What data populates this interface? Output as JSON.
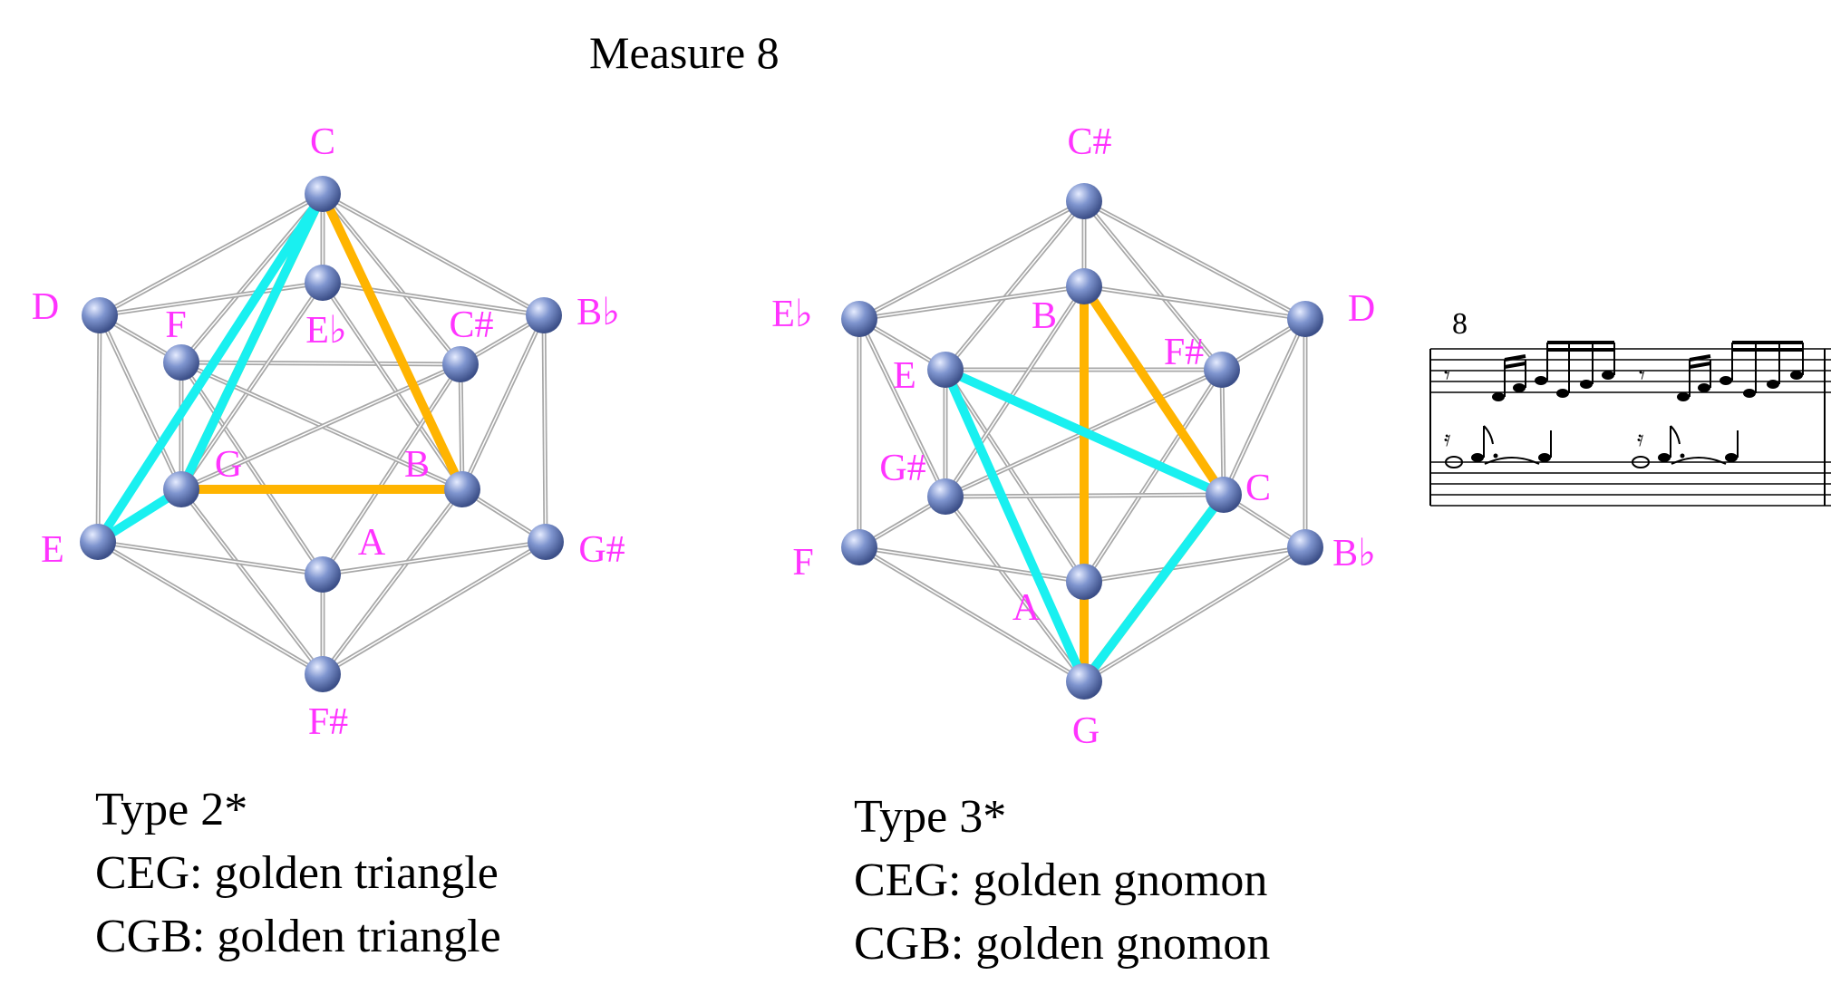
{
  "title": "Measure 8",
  "colors": {
    "edge": "#a8a8a8",
    "node": "#6f86c4",
    "label": "#ff33ff",
    "cyan": "#19f0f0",
    "gold": "#ffb400"
  },
  "diagrams": [
    {
      "labels": [
        "C",
        "D",
        "F",
        "E♭",
        "C#",
        "B♭",
        "G",
        "B",
        "E",
        "A",
        "G#",
        "F#"
      ],
      "caption": {
        "type": "Type 2*",
        "line1": "CEG: golden triangle",
        "line2": "CGB: golden triangle"
      },
      "highlight_cyan": [
        "C",
        "E",
        "G"
      ],
      "highlight_gold": [
        "C",
        "G",
        "B"
      ]
    },
    {
      "labels": [
        "C#",
        "E♭",
        "E",
        "B",
        "F#",
        "D",
        "G#",
        "C",
        "F",
        "A",
        "B♭",
        "G"
      ],
      "caption": {
        "type": "Type 3*",
        "line1": "CEG: golden gnomon",
        "line2": "CGB: golden gnomon"
      },
      "highlight_cyan": [
        "C",
        "E",
        "G"
      ],
      "highlight_gold": [
        "C",
        "G",
        "B"
      ]
    }
  ],
  "score": {
    "measure_number": "8"
  }
}
